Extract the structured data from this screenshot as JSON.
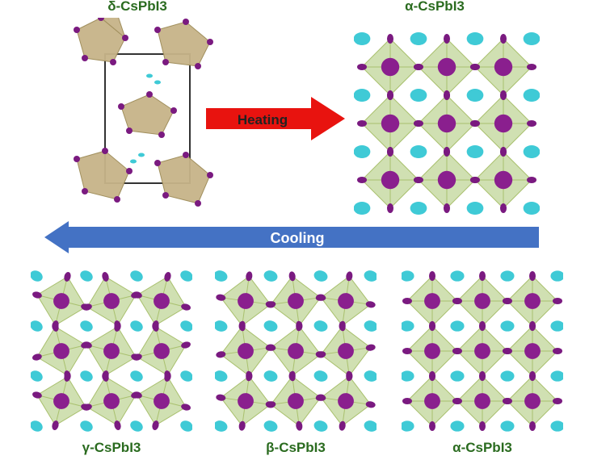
{
  "labels": {
    "delta_top": "δ-CsPbI3",
    "alpha_top": "α-CsPbI3",
    "gamma_bottom": "γ-CsPbI3",
    "beta_bottom": "β-CsPbI3",
    "alpha_bottom": "α-CsPbI3"
  },
  "arrows": {
    "heating": "Heating",
    "cooling": "Cooling"
  },
  "colors": {
    "label_green": "#2a6b1f",
    "heating_red": "#e8130f",
    "cooling_blue": "#4472c4",
    "octahedron_green": "#c8dba4",
    "delta_tan": "#c7b489",
    "iodine_purple": "#7a1a80",
    "cesium_cyan": "#3fcad6",
    "lead_purple": "#8a1f8e"
  }
}
